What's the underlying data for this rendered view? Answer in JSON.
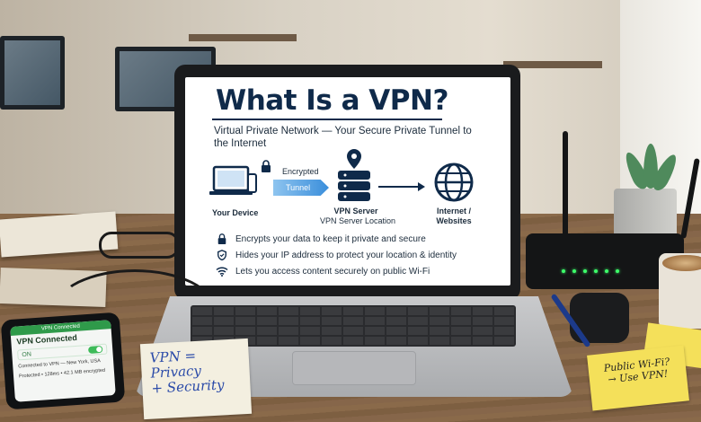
{
  "slide": {
    "title": "What Is a VPN?",
    "subtitle": "Virtual Private Network — Your Secure Private Tunnel to the Internet",
    "diagram": {
      "encrypted_label": "Encrypted",
      "tunnel_label": "Tunnel",
      "device_label": "Your Device",
      "server_label": "VPN Server",
      "server_sublabel": "VPN Server Location",
      "internet_label": "Internet / Websites"
    },
    "bullets": [
      {
        "icon": "lock-icon",
        "text": "Encrypts your data to keep it private and secure"
      },
      {
        "icon": "shield-icon",
        "text": "Hides your IP address to protect your location & identity"
      },
      {
        "icon": "wifi-icon",
        "text": "Lets you access content securely on public Wi-Fi"
      }
    ],
    "colors": {
      "navy": "#0f2a4a",
      "tunnel_blue": "#3a8edb"
    }
  },
  "phone": {
    "header": "VPN Connected",
    "title": "VPN Connected",
    "toggle_label": "ON",
    "location_text": "Connected to VPN — New York, USA",
    "stats_text": "Protected • 128ms • 42.1 MB encrypted"
  },
  "sticky_note_left": {
    "line1": "VPN =",
    "line2": "Privacy",
    "line3": "+ Security"
  },
  "sticky_note_right": {
    "line1": "Public Wi-Fi?",
    "line2": "→ Use VPN!"
  }
}
